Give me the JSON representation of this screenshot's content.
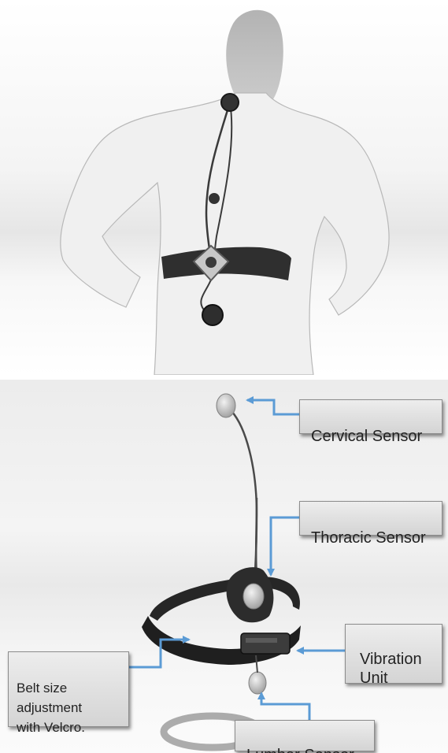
{
  "labels": {
    "cervical": "Cervical Sensor",
    "thoracic": "Thoracic Sensor",
    "vibration": "Vibration\nUnit",
    "belt": "Belt size\nadjustment\nwith Velcro.",
    "lumbar": "Lumbar Sensor"
  },
  "colors": {
    "arrow": "#5b9bd5",
    "silhouette": "#c9c9c9",
    "body": "#ececec",
    "belt": "#2b2b2b",
    "callout_fill": "#e2e2e2",
    "callout_border": "#8c8c8c"
  }
}
